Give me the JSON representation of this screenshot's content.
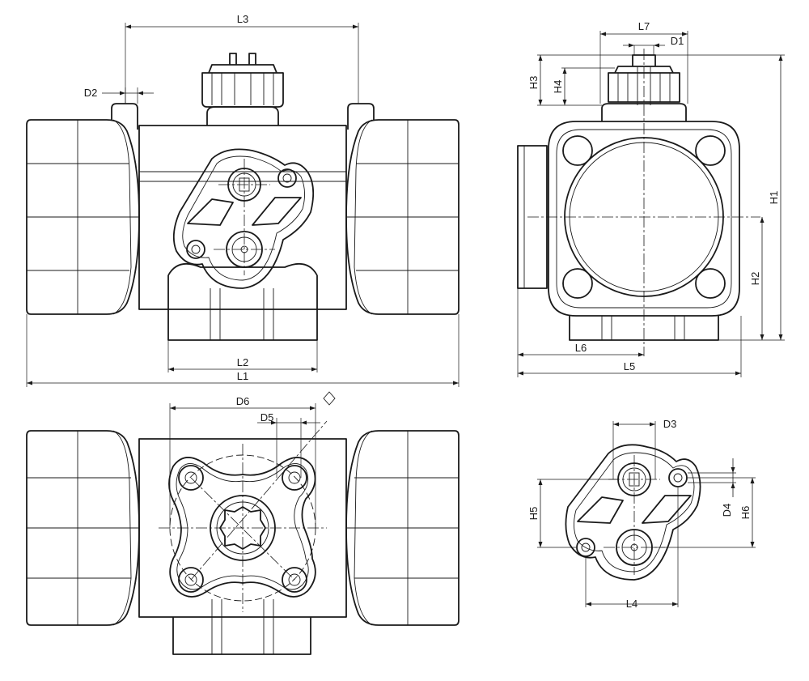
{
  "dimensions": {
    "L1": "L1",
    "L2": "L2",
    "L3": "L3",
    "L4": "L4",
    "L5": "L5",
    "L6": "L6",
    "L7": "L7",
    "D1": "D1",
    "D2": "D2",
    "D3": "D3",
    "D4": "D4",
    "D5": "D5",
    "D6": "D6",
    "H1": "H1",
    "H2": "H2",
    "H3": "H3",
    "H4": "H4",
    "H5": "H5",
    "H6": "H6"
  },
  "views": [
    "front-view",
    "side-view",
    "bottom-view",
    "detail-view"
  ]
}
